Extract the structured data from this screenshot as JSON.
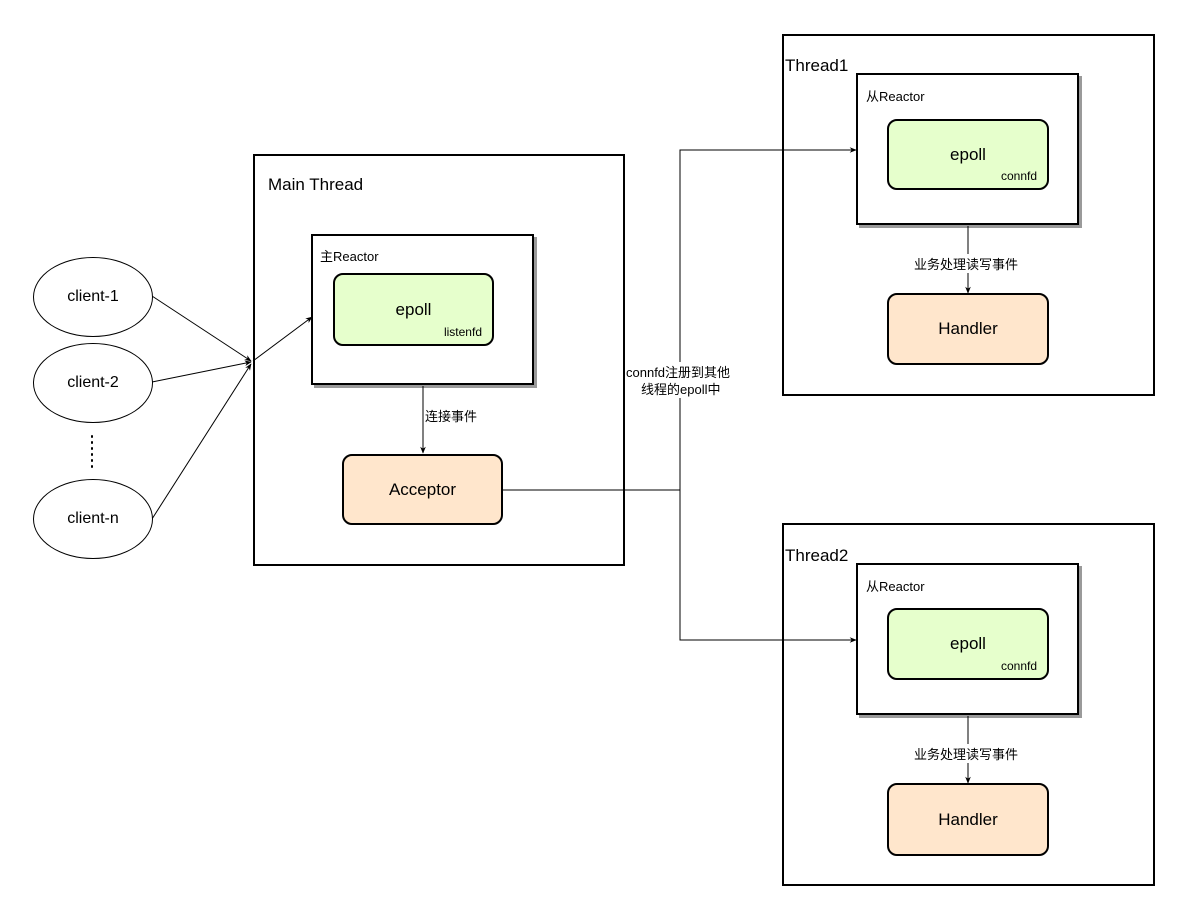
{
  "clients": [
    "client-1",
    "client-2",
    "client-n"
  ],
  "main_thread": {
    "title": "Main Thread",
    "reactor_label": "主Reactor",
    "epoll": "epoll",
    "epoll_fd": "listenfd",
    "edge_label": "连接事件",
    "acceptor": "Acceptor"
  },
  "register_label_line1": "connfd注册到其他",
  "register_label_line2": "线程的epoll中",
  "thread1": {
    "title": "Thread1",
    "reactor_label": "从Reactor",
    "epoll": "epoll",
    "epoll_fd": "connfd",
    "edge_label": "业务处理读写事件",
    "handler": "Handler"
  },
  "thread2": {
    "title": "Thread2",
    "reactor_label": "从Reactor",
    "epoll": "epoll",
    "epoll_fd": "connfd",
    "edge_label": "业务处理读写事件",
    "handler": "Handler"
  },
  "colors": {
    "epoll_fill": "#e6ffcc",
    "handler_fill": "#ffe6cc"
  }
}
